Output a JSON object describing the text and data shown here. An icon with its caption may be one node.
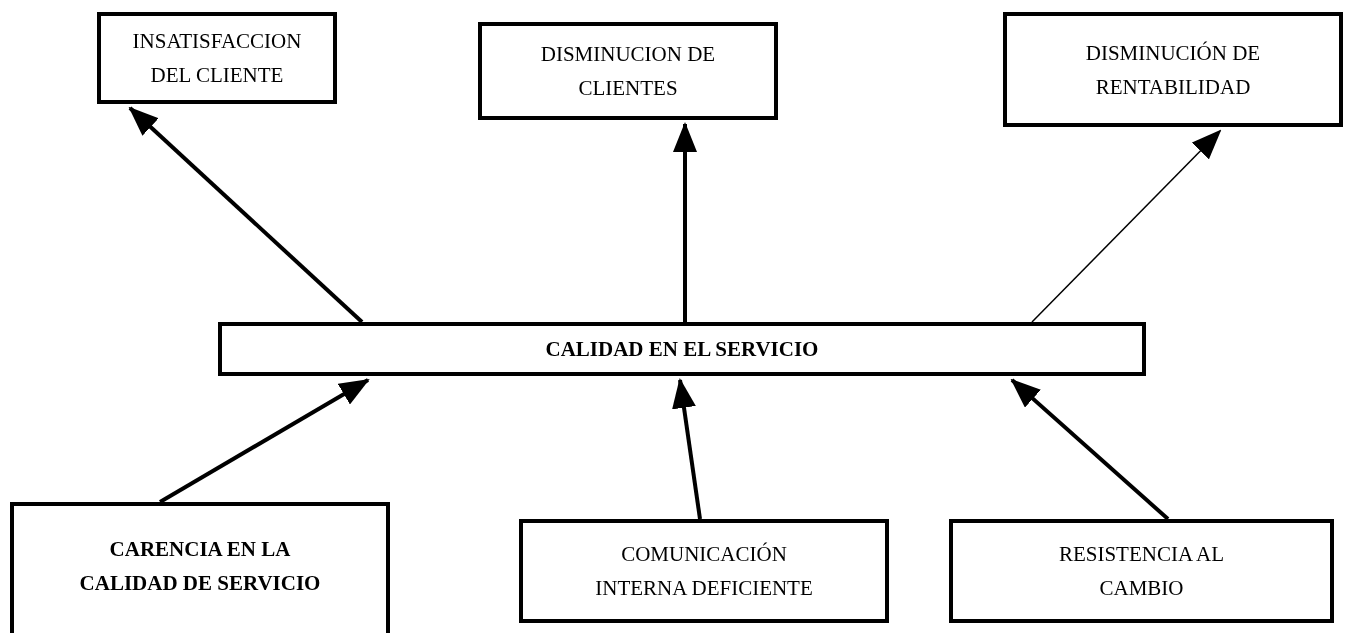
{
  "diagram": {
    "nodes": [
      {
        "text": [
          "INSATISFACCION DEL CLIENTE"
        ]
      },
      {
        "text": [
          "DISMINUCION DE CLIENTES"
        ]
      },
      {
        "text": [
          "DISMINUCIÓN DE RENTABILIDAD"
        ]
      },
      {
        "text": [
          "CALIDAD EN EL SERVICIO"
        ]
      },
      {
        "text": [
          "CARENCIA EN LA CALIDAD DE SERVICIO"
        ]
      },
      {
        "text": [
          "COMUNICACIÓN INTERNA DEFICIENTE"
        ]
      },
      {
        "text": [
          "RESISTENCIA AL CAMBIO"
        ]
      }
    ],
    "edges": [
      {
        "from": 3,
        "to": 0,
        "arrow": "to"
      },
      {
        "from": 3,
        "to": 1,
        "arrow": "to"
      },
      {
        "from": 3,
        "to": 2,
        "arrow": "to"
      },
      {
        "from": 4,
        "to": 3,
        "arrow": "to"
      },
      {
        "from": 5,
        "to": 3,
        "arrow": "to"
      },
      {
        "from": 6,
        "to": 3,
        "arrow": "to"
      }
    ]
  }
}
